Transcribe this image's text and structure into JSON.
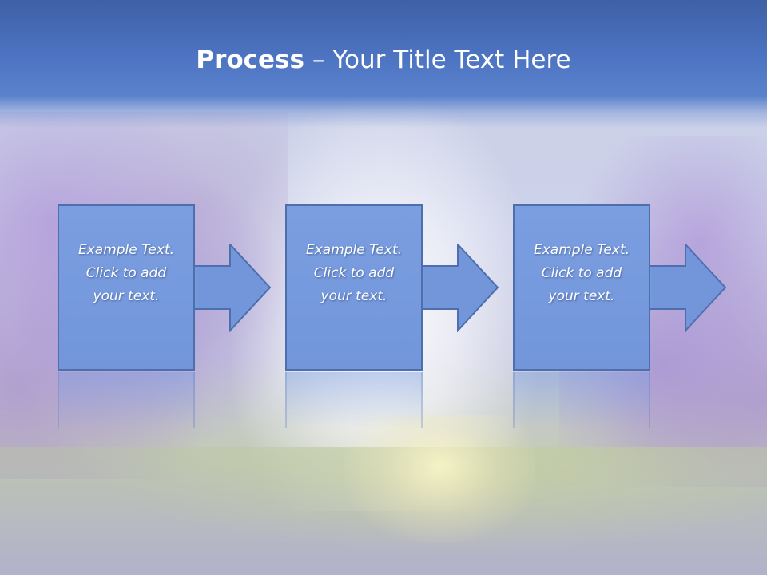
{
  "title": {
    "bold": "Process",
    "rest": " – Your Title Text Here"
  },
  "steps": [
    {
      "text": "Example Text.\nClick  to add\nyour text."
    },
    {
      "text": "Example Text.\nClick  to add\nyour text."
    },
    {
      "text": "Example Text.\nClick  to add\nyour text."
    }
  ],
  "colors": {
    "title_bar": "#4d74c2",
    "box_fill": "#7a9ee0",
    "box_border": "#4d6fae"
  }
}
